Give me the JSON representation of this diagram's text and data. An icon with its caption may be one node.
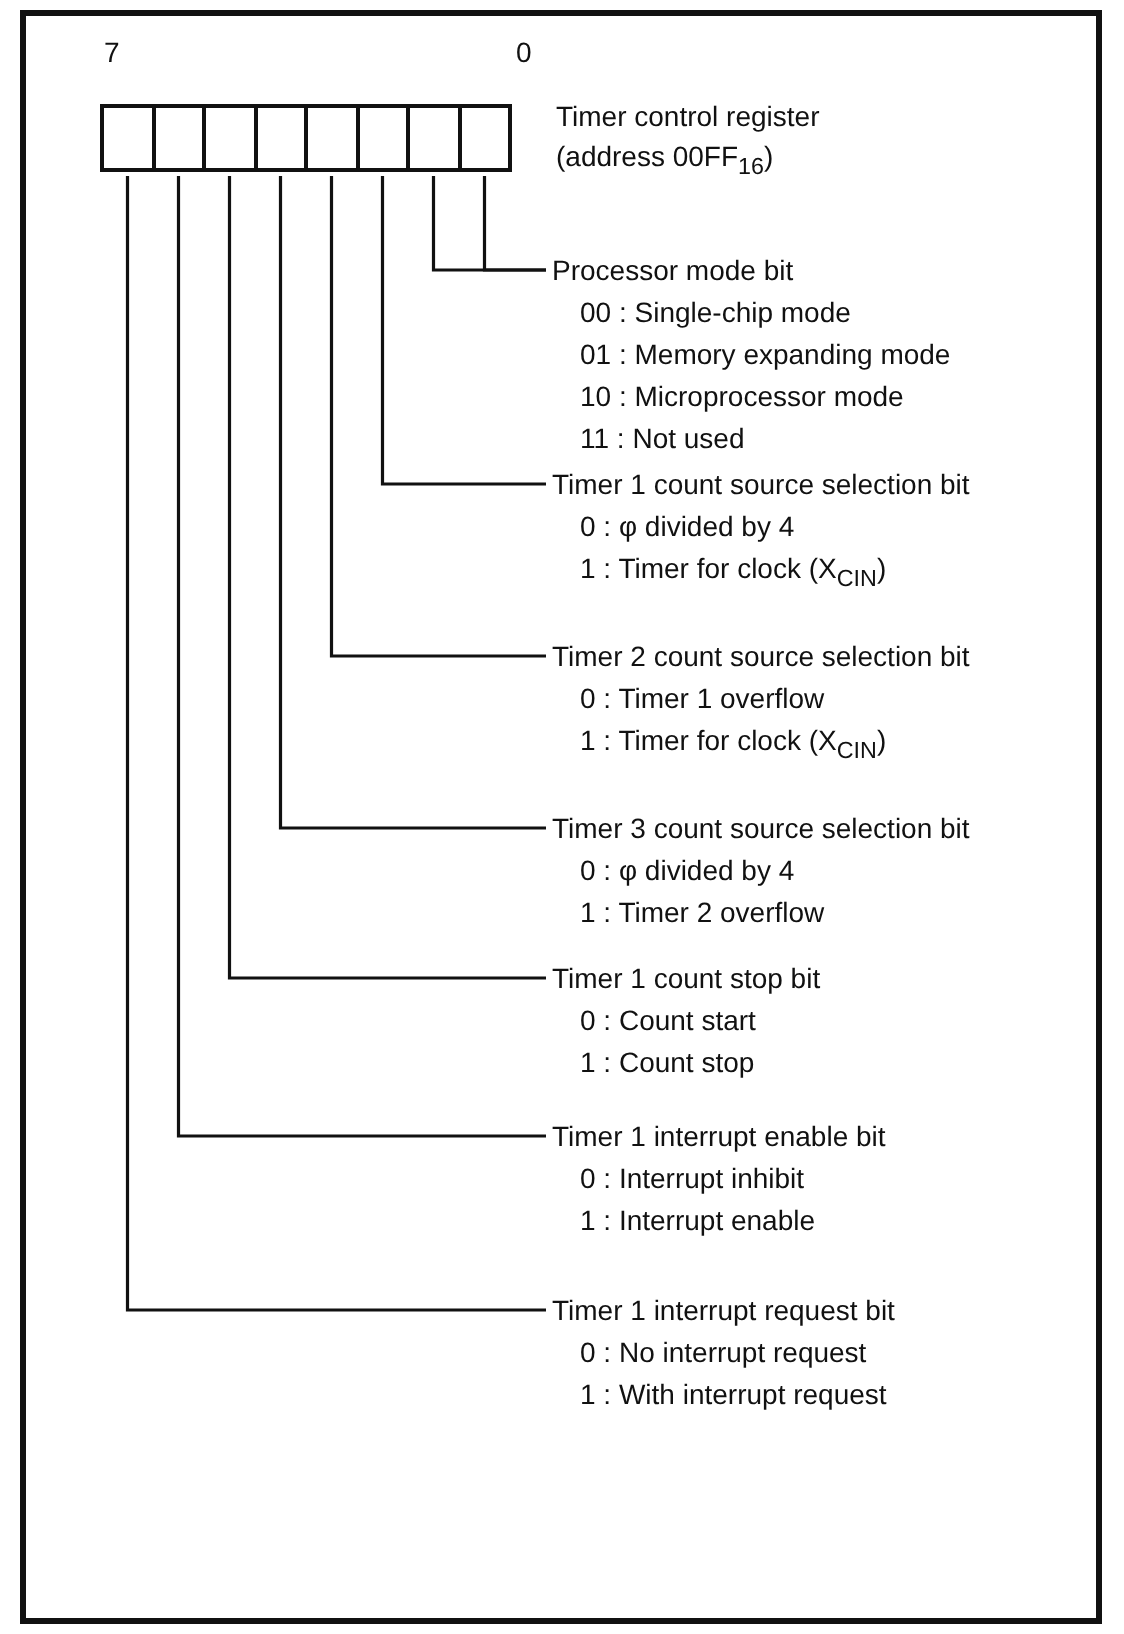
{
  "diagram": {
    "nodes": [
      {
        "text": [
          "Timer control register",
          "(address 00FF$_{16}$)"
        ]
      },
      {
        "text": [],
        "shape": "box",
        "in": 0
      },
      {
        "text": [],
        "shape": "box",
        "in": 0
      },
      {
        "text": [],
        "shape": "box",
        "in": 0
      },
      {
        "text": [],
        "shape": "box",
        "in": 0
      },
      {
        "text": [],
        "shape": "box",
        "in": 0
      },
      {
        "text": [],
        "shape": "box",
        "in": 0
      },
      {
        "text": [],
        "shape": "box",
        "in": 0
      },
      {
        "text": [],
        "shape": "box",
        "in": 0
      },
      {
        "text": [
          "Processor mode bit",
          "00 : Single-chip mode",
          "01 : Memory expanding mode",
          "10 : Microprocessor mode",
          "11 : Not used"
        ]
      },
      {
        "text": [
          "Timer 1 count source selection bit",
          "0 : φ divided by 4",
          "1 : Timer for clock (X$_{CIN}$)"
        ]
      },
      {
        "text": [
          "Timer 2 count source selection bit",
          "0 : Timer 1 overflow",
          "1 : Timer for clock (X$_{CIN}$)"
        ]
      },
      {
        "text": [
          "Timer 3 count source selection bit",
          "0 : φ divided by 4",
          "1 : Timer 2 overflow"
        ]
      },
      {
        "text": [
          "Timer 1 count stop bit",
          "0 : Count start",
          "1 : Count stop"
        ]
      },
      {
        "text": [
          "Timer 1 interrupt enable bit",
          "0 : Interrupt inhibit",
          "1 : Interrupt enable"
        ]
      },
      {
        "text": [
          "Timer 1 interrupt request bit",
          "0 : No interrupt request",
          "1 : With interrupt request"
        ]
      }
    ],
    "edges": [
      {
        "from": 7,
        "to": 9,
        "arrow": "none"
      },
      {
        "from": 8,
        "to": 9,
        "arrow": "none"
      },
      {
        "from": 6,
        "to": 10,
        "arrow": "none"
      },
      {
        "from": 5,
        "to": 11,
        "arrow": "none"
      },
      {
        "from": 4,
        "to": 12,
        "arrow": "none"
      },
      {
        "from": 3,
        "to": 13,
        "arrow": "none"
      },
      {
        "from": 2,
        "to": 14,
        "arrow": "none"
      },
      {
        "from": 1,
        "to": 15,
        "arrow": "none"
      }
    ],
    "labels": [
      "7",
      "0"
    ]
  }
}
